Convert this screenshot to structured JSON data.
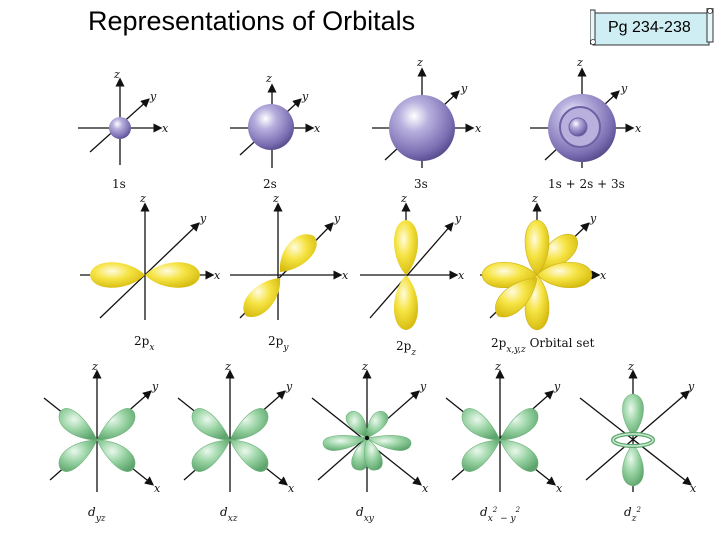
{
  "title": "Representations of Orbitals",
  "page_ref": "Pg 234-238",
  "colors": {
    "s": "#8a7dbd",
    "p": "#f5e03a",
    "d": "#8fcf9c"
  },
  "axes": {
    "x": "x",
    "y": "y",
    "z": "z"
  },
  "s_labels": [
    "1s",
    "2s",
    "3s",
    "1s + 2s + 3s"
  ],
  "p_labels": {
    "px": [
      "2p",
      "x"
    ],
    "py": [
      "2p",
      "y"
    ],
    "pz": [
      "2p",
      "z"
    ],
    "set": [
      "2p",
      "x,y,z",
      " Orbital set"
    ]
  },
  "d_labels": {
    "dyz": [
      "d",
      "yz"
    ],
    "dxz": [
      "d",
      "xz"
    ],
    "dxy": [
      "d",
      "xy"
    ],
    "dx2y2": [
      "d",
      "x",
      "2",
      " − y",
      "2"
    ],
    "dz2": [
      "d",
      "z",
      "2"
    ]
  }
}
